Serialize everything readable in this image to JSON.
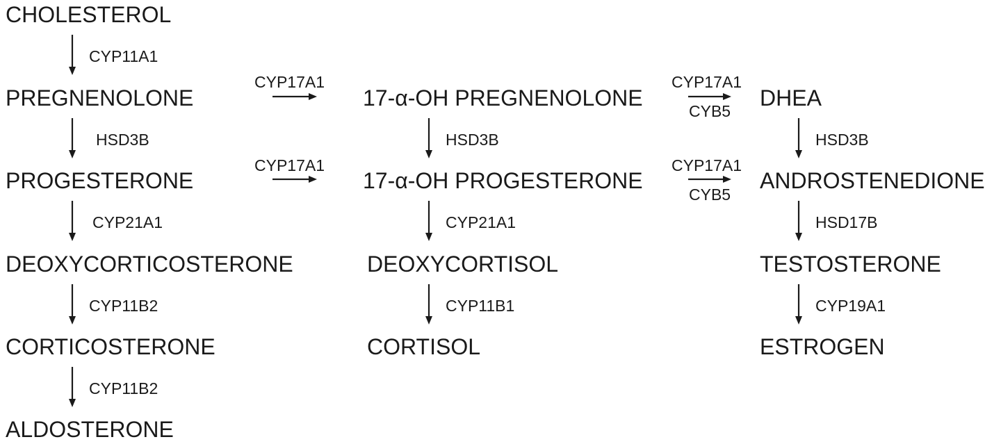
{
  "compounds": {
    "cholesterol": "CHOLESTEROL",
    "pregnenolone": "PREGNENOLONE",
    "progesterone": "PROGESTERONE",
    "deoxycorticosterone": "DEOXYCORTICOSTERONE",
    "corticosterone": "CORTICOSTERONE",
    "aldosterone": "ALDOSTERONE",
    "oh_pregnenolone": "17-α-OH PREGNENOLONE",
    "oh_progesterone": "17-α-OH PROGESTERONE",
    "deoxycortisol": "DEOXYCORTISOL",
    "cortisol": "CORTISOL",
    "dhea": "DHEA",
    "androstenedione": "ANDROSTENEDIONE",
    "testosterone": "TESTOSTERONE",
    "estrogen": "ESTROGEN"
  },
  "enzymes": {
    "cholesterol_to_pregnenolone": "CYP11A1",
    "pregnenolone_to_progesterone": "HSD3B",
    "progesterone_to_deoxycorticosterone": "CYP21A1",
    "deoxycorticosterone_to_corticosterone": "CYP11B2",
    "corticosterone_to_aldosterone": "CYP11B2",
    "pregnenolone_to_oh_pregnenolone": "CYP17A1",
    "progesterone_to_oh_progesterone": "CYP17A1",
    "oh_pregnenolone_to_oh_progesterone": "HSD3B",
    "oh_progesterone_to_deoxycortisol": "CYP21A1",
    "deoxycortisol_to_cortisol": "CYP11B1",
    "oh_pregnenolone_to_dhea_top": "CYP17A1",
    "oh_pregnenolone_to_dhea_bottom": "CYB5",
    "oh_progesterone_to_androstenedione_top": "CYP17A1",
    "oh_progesterone_to_androstenedione_bottom": "CYB5",
    "dhea_to_androstenedione": "HSD3B",
    "androstenedione_to_testosterone": "HSD17B",
    "testosterone_to_estrogen": "CYP19A1"
  }
}
